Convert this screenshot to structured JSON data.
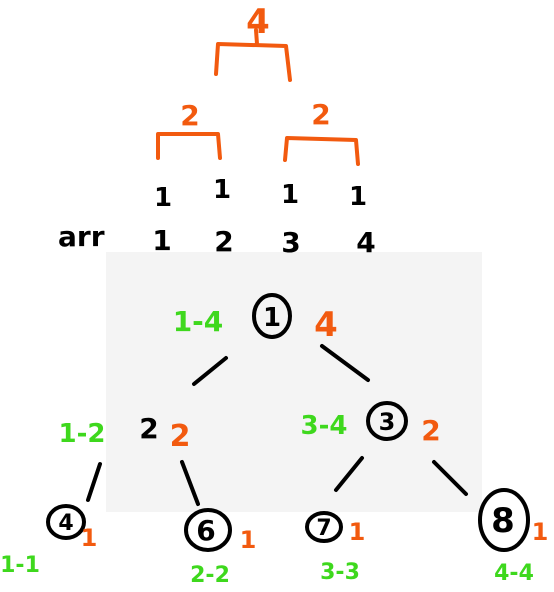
{
  "colors": {
    "ink": "#000000",
    "orange": "#f25a0f",
    "green": "#3ed81d",
    "panel": "#f4f4f4"
  },
  "top_tree": {
    "root_value": "4",
    "left_value": "2",
    "right_value": "2",
    "leaves": [
      "1",
      "1",
      "1",
      "1"
    ]
  },
  "arr_row": {
    "label": "arr",
    "values": [
      "1",
      "2",
      "3",
      "4"
    ]
  },
  "seg_tree": {
    "nodes": [
      {
        "id": "1",
        "range": "1-4",
        "sum": "4"
      },
      {
        "id": "2",
        "range": "1-2",
        "sum": "2"
      },
      {
        "id": "3",
        "range": "3-4",
        "sum": "2"
      },
      {
        "id": "4",
        "range": "1-1",
        "sum": "1"
      },
      {
        "id": "6",
        "range": "2-2",
        "sum": "1"
      },
      {
        "id": "7",
        "range": "3-3",
        "sum": "1"
      },
      {
        "id": "8",
        "range": "4-4",
        "sum": "1"
      }
    ]
  }
}
